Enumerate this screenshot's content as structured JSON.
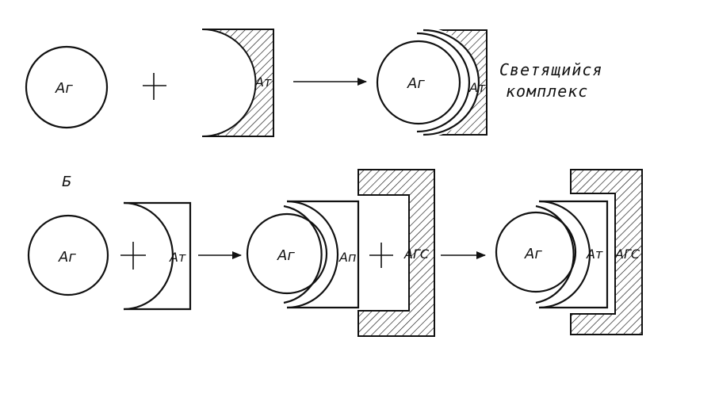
{
  "labels": {
    "antigen": "Аг",
    "antibody": "Ат",
    "antibody_variant": "Ап",
    "anti_globulin": "АГС",
    "section_b": "Б",
    "complex_line1": "Светящийся",
    "complex_line2": "комплекс"
  },
  "colors": {
    "ink": "#111111",
    "background": "#ffffff"
  }
}
